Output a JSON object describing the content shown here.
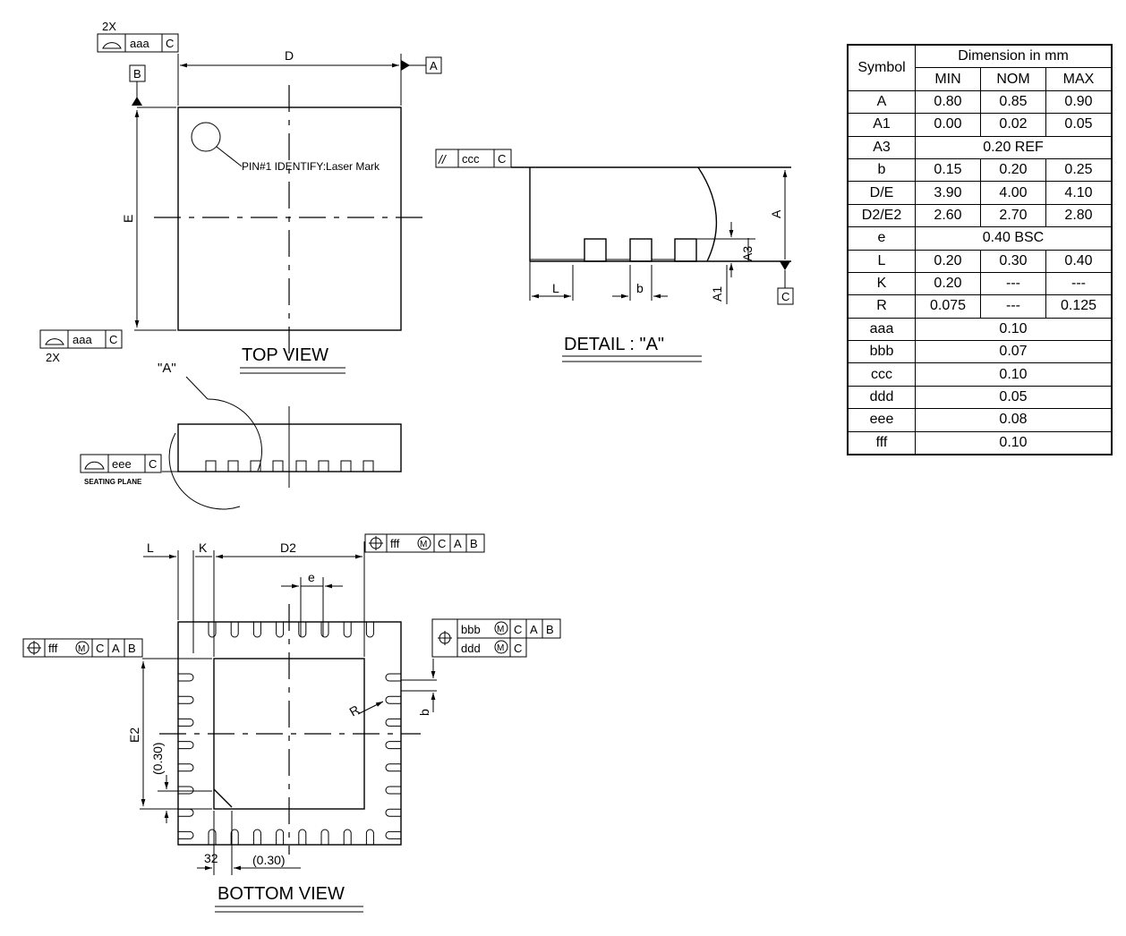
{
  "table": {
    "symbol_header": "Symbol",
    "dimension_header": "Dimension in mm",
    "col_min": "MIN",
    "col_nom": "NOM",
    "col_max": "MAX",
    "rows": [
      {
        "sym": "A",
        "min": "0.80",
        "nom": "0.85",
        "max": "0.90"
      },
      {
        "sym": "A1",
        "min": "0.00",
        "nom": "0.02",
        "max": "0.05"
      },
      {
        "sym": "A3",
        "span": "0.20 REF"
      },
      {
        "sym": "b",
        "min": "0.15",
        "nom": "0.20",
        "max": "0.25"
      },
      {
        "sym": "D/E",
        "min": "3.90",
        "nom": "4.00",
        "max": "4.10"
      },
      {
        "sym": "D2/E2",
        "min": "2.60",
        "nom": "2.70",
        "max": "2.80"
      },
      {
        "sym": "e",
        "span": "0.40 BSC"
      },
      {
        "sym": "L",
        "min": "0.20",
        "nom": "0.30",
        "max": "0.40"
      },
      {
        "sym": "K",
        "min": "0.20",
        "nom": "---",
        "max": "---"
      },
      {
        "sym": "R",
        "min": "0.075",
        "nom": "---",
        "max": "0.125"
      },
      {
        "sym": "aaa",
        "span": "0.10"
      },
      {
        "sym": "bbb",
        "span": "0.07"
      },
      {
        "sym": "ccc",
        "span": "0.10"
      },
      {
        "sym": "ddd",
        "span": "0.05"
      },
      {
        "sym": "eee",
        "span": "0.08"
      },
      {
        "sym": "fff",
        "span": "0.10"
      }
    ]
  },
  "top_view": {
    "title": "TOP VIEW",
    "dim_d": "D",
    "dim_e": "E",
    "datum_a": "A",
    "datum_b": "B",
    "count_top": "2X",
    "count_bottom": "2X",
    "tol_aaa": "aaa",
    "datum_c": "C",
    "pin1_label": "PIN#1 IDENTIFY:Laser Mark"
  },
  "side_view": {
    "detail_ref": "\"A\"",
    "tol_eee": "eee",
    "datum_c": "C",
    "seating_plane": "SEATING PLANE"
  },
  "detail_view": {
    "title": "DETAIL : \"A\"",
    "parallel_symbol": "//",
    "tol_ccc": "ccc",
    "datum_c": "C",
    "dim_a": "A",
    "dim_a3": "A3",
    "dim_a1": "A1",
    "dim_l": "L",
    "dim_b": "b",
    "datum_c_flag": "C"
  },
  "bottom_view": {
    "title": "BOTTOM VIEW",
    "dim_l": "L",
    "dim_k": "K",
    "dim_d2": "D2",
    "dim_e": "e",
    "dim_e2": "E2",
    "dim_r": "R",
    "dim_b": "b",
    "ref_030_v": "(0.30)",
    "ref_030_h": "(0.30)",
    "pin_count": "32",
    "fcf_fff": "fff",
    "fcf_bbb": "bbb",
    "fcf_ddd": "ddd",
    "mmc": "M",
    "datum_c": "C",
    "datum_a": "A",
    "datum_b": "B"
  }
}
